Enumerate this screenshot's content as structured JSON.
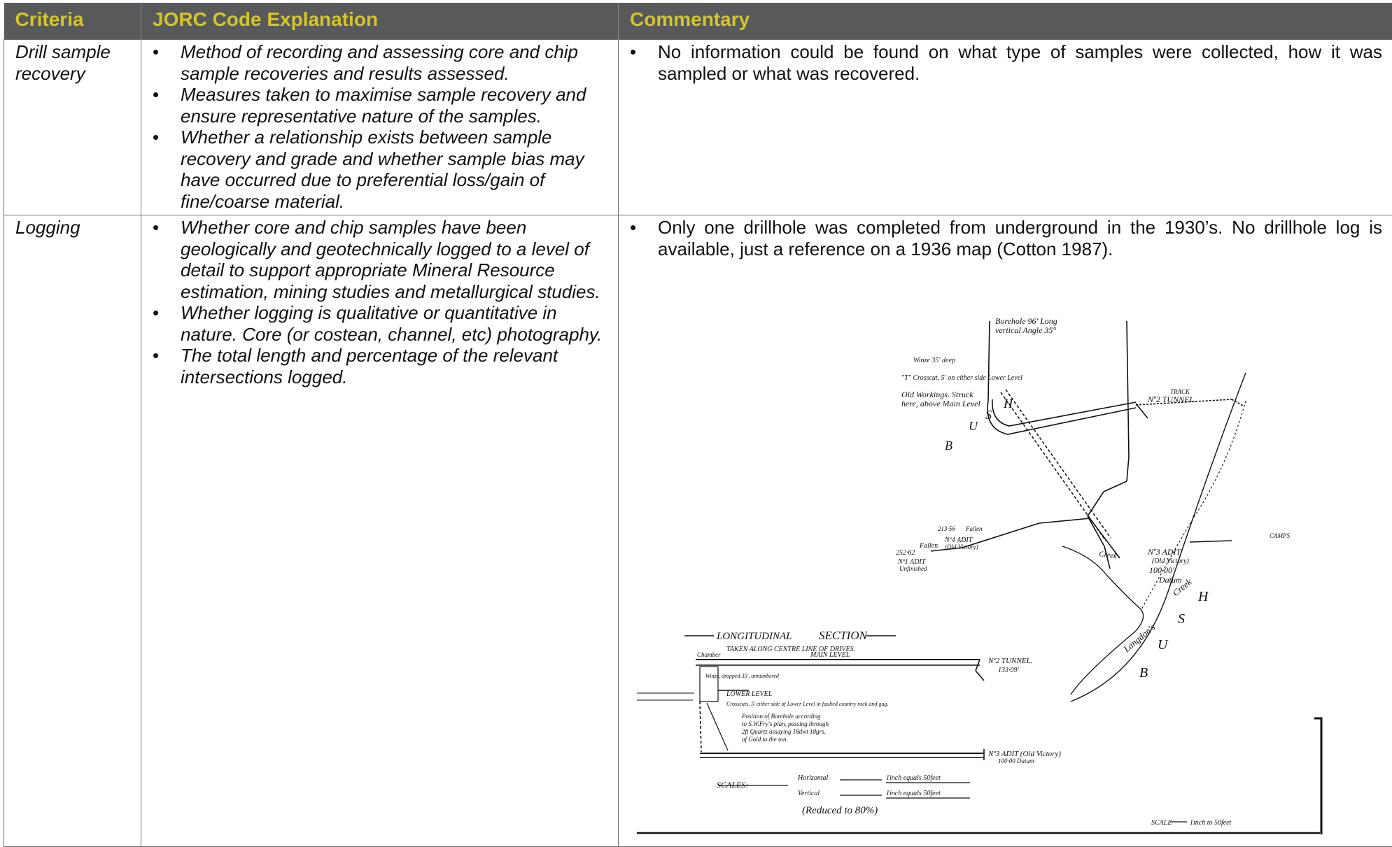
{
  "header": {
    "criteria": "Criteria",
    "explanation": "JORC Code Explanation",
    "commentary": "Commentary"
  },
  "rows": [
    {
      "criteria": "Drill sample recovery",
      "explanation": [
        "Method of recording and assessing core and chip sample recoveries and results assessed.",
        "Measures taken to maximise sample recovery and ensure representative nature of the samples.",
        "Whether a relationship exists between sample recovery and grade and whether sample bias may have occurred due to preferential loss/gain of fine/coarse material."
      ],
      "commentary": [
        "No information could be found on what type of samples were collected, how it was sampled or what was recovered."
      ]
    },
    {
      "criteria": "Logging",
      "explanation": [
        "Whether core and chip samples have been geologically and geotechnically logged to a level of detail to support appropriate Mineral Resource estimation, mining studies and metallurgical studies.",
        "Whether logging is qualitative or quantitative in nature. Core (or costean, channel, etc) photography.",
        "The total length and percentage of the relevant intersections logged."
      ],
      "commentary": [
        "Only one drillhole was completed from underground in the 1930’s. No drillhole log is available, just a reference on a 1936 map (Cotton 1987)."
      ]
    }
  ],
  "map": {
    "longitudinal_title": "LONGITUDINAL",
    "section_title": "SECTION",
    "section_subtitle": "TAKEN ALONG CENTRE LINE OF DRIVES.",
    "main_level": "MAIN LEVEL",
    "lower_level": "LOWER LEVEL",
    "chamber": "Chamber",
    "no2_tunnel": "Nº2 TUNNEL.",
    "no2_tunnel_rl": "133·09'",
    "no3_adit_section": "Nº3 ADIT (Old Victory)",
    "no3_adit_section_datum": "100·00 Datum",
    "winze_note": "Winze, dropped 35', unnumbered",
    "crosscut_note": "Crosscuts, 5' either side of Lower Level in faulted country rock and gug.",
    "borehole_note_1": "Position of Borehole according",
    "borehole_note_2": "to S.W.Fry's plan, passing through",
    "borehole_note_3": "2ft Quartz assaying 18dwt 18grs.",
    "borehole_note_4": "of Gold to the ton.",
    "scales_label": "SCALES:",
    "horizontal": "Horizontal",
    "vertical": "Vertical",
    "scale_equals": "1inch  equals  50feet",
    "reduced": "(Reduced to 80%)",
    "scale_plan_label": "SCALE",
    "scale_plan_value": "1inch  to  50feet",
    "borehole_top": "Borehole 96' Long",
    "borehole_angle": "vertical Angle 35°",
    "winze_plan": "Winze 35' deep",
    "crosscut_plan": "\"T\" Crosscut, 5' on either side Lower Level",
    "old_workings_1": "Old Workings. Struck",
    "old_workings_2": "here, above Main Level",
    "no2_tunnel_plan": "Nº2 TUNNEL.",
    "track": "TRACK",
    "no3_adit_plan": "Nº3 ADIT",
    "no3_adit_old": "(Old Victory)",
    "datum_value": "100·00'",
    "datum": "Datum",
    "no4_adit": "Nº4 ADIT",
    "no4_adit_note": "(Old Victory)",
    "no1_adit": "Nº1 ADIT",
    "no1_adit_note": "Unfinished",
    "fallen_1": "Fallen",
    "fallen_2": "Fallen",
    "rl_252": "252·62",
    "rl_213": "213·56",
    "creek": "Creek",
    "creek_2": "Creek",
    "langdons": "Langdon's",
    "camps": "CAMPS",
    "bush_letters": [
      "B",
      "U",
      "S",
      "H"
    ]
  }
}
